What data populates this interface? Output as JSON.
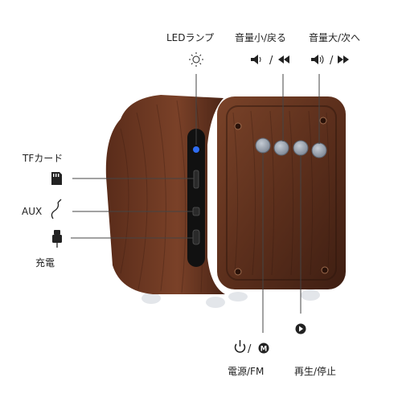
{
  "labels": {
    "led_lamp": "LEDランプ",
    "volume_down_prev": "音量小/戻る",
    "volume_up_next": "音量大/次へ",
    "tf_card": "TFカード",
    "aux": "AUX",
    "charge": "充電",
    "power_fm": "電源/FM",
    "play_pause": "再生/停止",
    "slash": "/",
    "m_letter": "M"
  },
  "icons": {
    "led": "sun-icon",
    "vol_down": "speaker-low-icon",
    "rewind": "rewind-icon",
    "vol_up": "speaker-high-icon",
    "forward": "fast-forward-icon",
    "sd": "sd-card-icon",
    "aux": "audio-cable-icon",
    "usb": "usb-plug-icon",
    "power": "power-icon",
    "mode": "mode-m-icon",
    "play": "play-icon"
  },
  "colors": {
    "wood_dark": "#4a2416",
    "wood_mid": "#6b3a24",
    "wood_light": "#8a5436",
    "panel_black": "#111111",
    "led_blue": "#2f6df2",
    "button_gray": "#8f98a6",
    "leader_line": "#444444",
    "text": "#222222"
  }
}
